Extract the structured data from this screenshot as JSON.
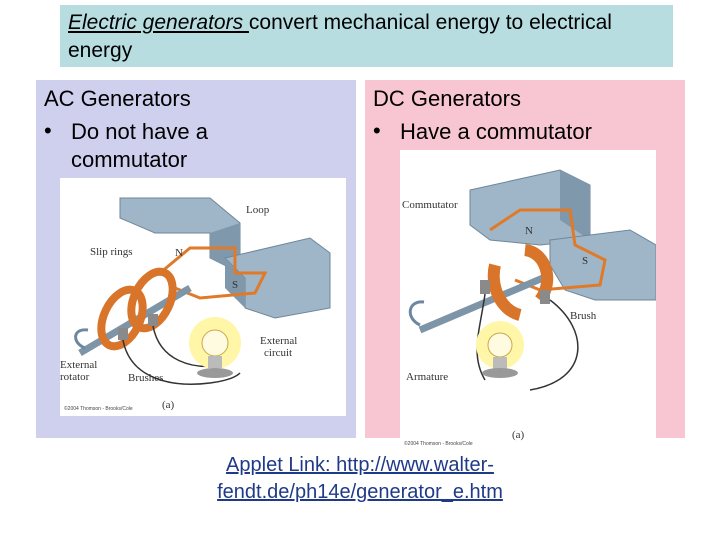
{
  "title": {
    "emphasis": "Electric generators ",
    "rest": "convert mechanical energy to electrical energy"
  },
  "ac": {
    "heading": "AC Generators",
    "bullet_symbol": "•",
    "bullet": "Do not have a commutator",
    "figure": {
      "loop": "Loop",
      "slip_rings": "Slip rings",
      "n": "N",
      "s": "S",
      "external_circuit_1": "External",
      "external_circuit_2": "circuit",
      "external_rotator_1": "External",
      "external_rotator_2": "rotator",
      "brushes": "Brushes",
      "caption": "(a)",
      "credit": "©2004 Thomson - Brooks/Cole"
    }
  },
  "dc": {
    "heading": "DC Generators",
    "bullet_symbol": "•",
    "bullet": "Have a commutator",
    "figure": {
      "commutator": "Commutator",
      "n": "N",
      "s": "S",
      "brush": "Brush",
      "armature": "Armature",
      "caption": "(a)",
      "credit": "©2004 Thomson - Brooks/Cole"
    }
  },
  "applet_link": "Applet Link: http://www.walter-fendt.de/ph14e/generator_e.htm",
  "colors": {
    "title_bg": "#b7dde1",
    "ac_panel": "#cfd0ee",
    "dc_panel": "#f8c6d2",
    "link": "#1f3a88"
  }
}
